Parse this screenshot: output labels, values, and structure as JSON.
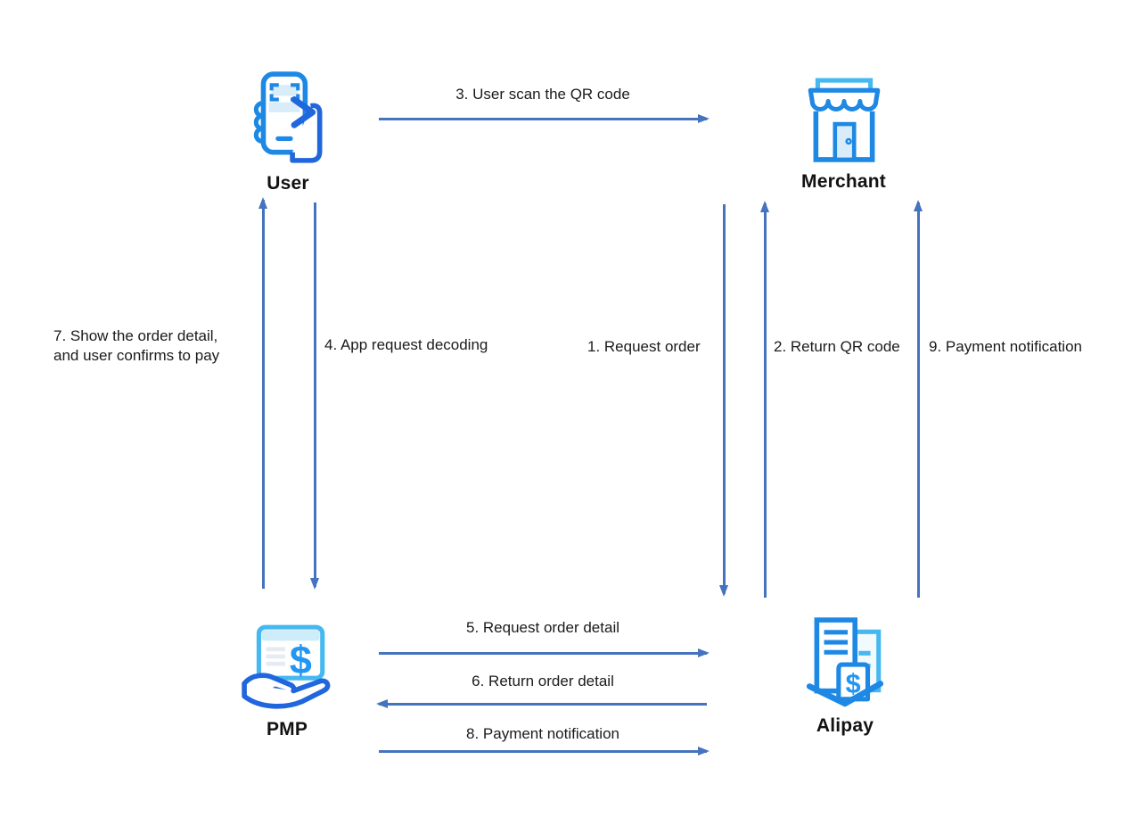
{
  "colors": {
    "arrow": "#4673bd",
    "icon_primary_blue": "#1E88E5",
    "icon_deep_blue": "#2066DD",
    "icon_light_blue": "#45B8F0",
    "icon_fill_light": "#D9ECFA",
    "text": "#1b1b1b"
  },
  "diagram": {
    "entities": {
      "user": {
        "label": "User",
        "icon": "phone-qr-scan-icon"
      },
      "merchant": {
        "label": "Merchant",
        "icon": "storefront-icon"
      },
      "pmp": {
        "label": "PMP",
        "icon": "hand-payment-icon"
      },
      "alipay": {
        "label": "Alipay",
        "icon": "invoice-dollar-icon"
      }
    },
    "messages": {
      "m1": {
        "label": "1. Request order",
        "from": "merchant",
        "to": "alipay",
        "direction": "down"
      },
      "m2": {
        "label": "2. Return QR code",
        "from": "alipay",
        "to": "merchant",
        "direction": "up"
      },
      "m3": {
        "label": "3. User scan the QR code",
        "from": "user",
        "to": "merchant",
        "direction": "right"
      },
      "m4": {
        "label": "4. App request decoding",
        "from": "user",
        "to": "pmp",
        "direction": "down"
      },
      "m5": {
        "label": "5. Request order detail",
        "from": "pmp",
        "to": "alipay",
        "direction": "right"
      },
      "m6": {
        "label": "6. Return order detail",
        "from": "alipay",
        "to": "pmp",
        "direction": "left"
      },
      "m7": {
        "label_line1": "7. Show the order detail,",
        "label_line2": "and user confirms to pay",
        "from": "pmp",
        "to": "user",
        "direction": "up"
      },
      "m8": {
        "label": "8. Payment notification",
        "from": "pmp",
        "to": "alipay",
        "direction": "right"
      },
      "m9": {
        "label": "9. Payment notification",
        "from": "alipay",
        "to": "merchant",
        "direction": "up"
      }
    }
  }
}
